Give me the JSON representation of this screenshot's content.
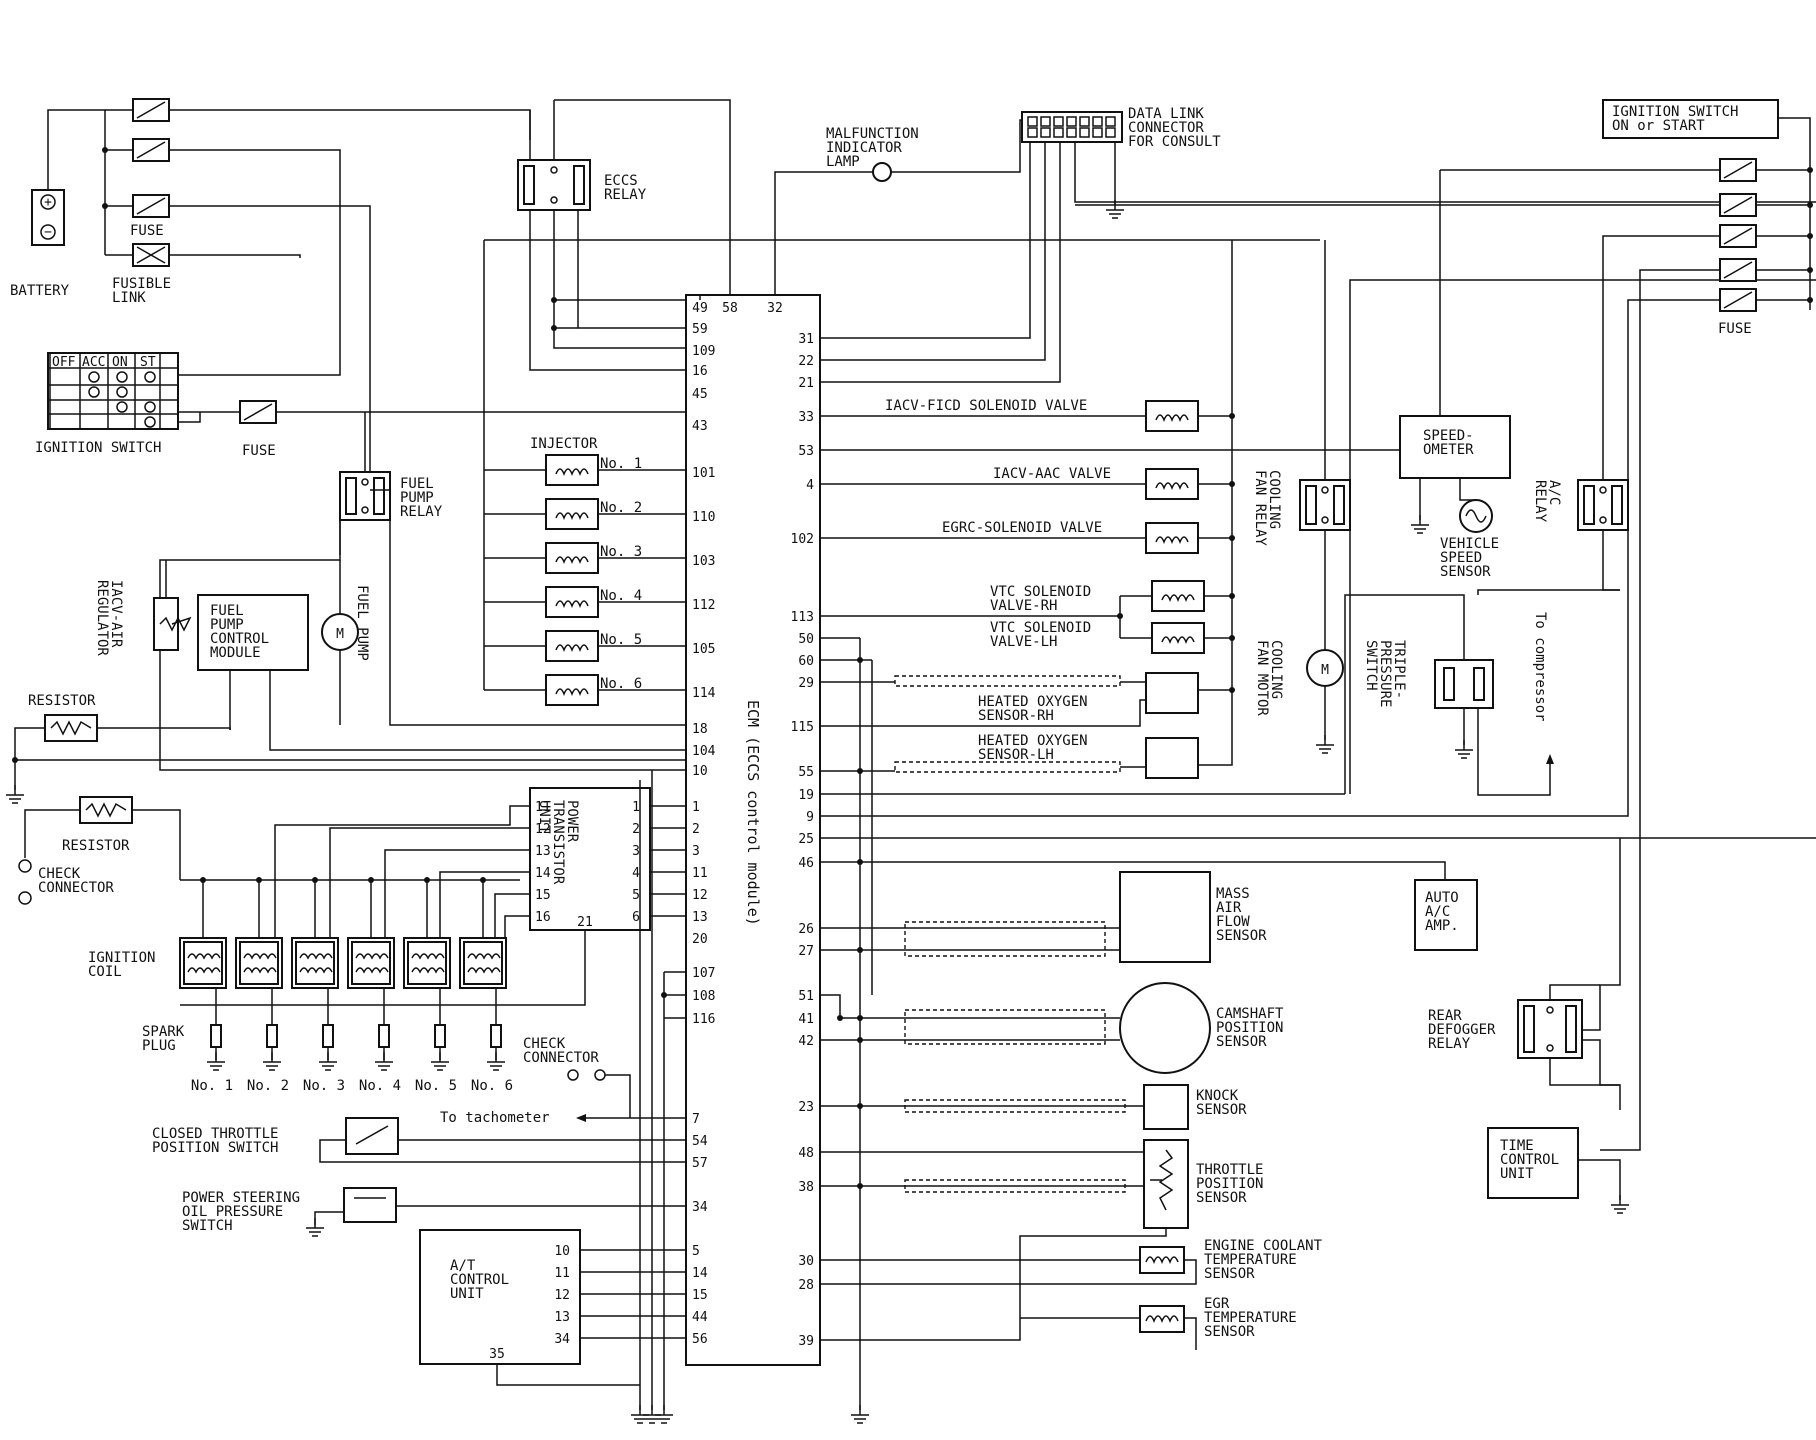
{
  "labels": {
    "battery": "BATTERY",
    "fuse": "FUSE",
    "fusible_link": "FUSIBLE\nLINK",
    "ignition_switch": "IGNITION SWITCH",
    "ign_off": "OFF",
    "ign_acc": "ACC",
    "ign_on": "ON",
    "ign_st": "ST",
    "fuse_ign": "FUSE",
    "eccs_relay": "ECCS\nRELAY",
    "fuel_pump_relay": "FUEL\nPUMP\nRELAY",
    "iacv_air_regulator": "IACV-AIR\nREGULATOR",
    "fuel_pump_control_module": "FUEL\nPUMP\nCONTROL\nMODULE",
    "fuel_pump": "FUEL PUMP",
    "resistor_1": "RESISTOR",
    "resistor_2": "RESISTOR",
    "check_connector_left": "CHECK\nCONNECTOR",
    "injector": "INJECTOR",
    "power_transistor_unit": "POWER\nTRANSISTOR\nUNIT",
    "ignition_coil": "IGNITION\nCOIL",
    "spark_plug": "SPARK\nPLUG",
    "check_connector_mid": "CHECK\nCONNECTOR",
    "to_tachometer": "To tachometer",
    "closed_throttle": "CLOSED THROTTLE\nPOSITION SWITCH",
    "power_steering": "POWER STEERING\nOIL PRESSURE\nSWITCH",
    "at_control_unit": "A/T\nCONTROL\nUNIT",
    "ecm": "ECM (ECCS control module)",
    "mil": "MALFUNCTION\nINDICATOR\nLAMP",
    "data_link": "DATA LINK\nCONNECTOR\nFOR CONSULT",
    "iacv_ficd": "IACV-FICD SOLENOID VALVE",
    "iacv_aac": "IACV-AAC VALVE",
    "egrc": "EGRC-SOLENOID VALVE",
    "vtc_rh": "VTC SOLENOID\nVALVE-RH",
    "vtc_lh": "VTC SOLENOID\nVALVE-LH",
    "ho2s_rh": "HEATED OXYGEN\nSENSOR-RH",
    "ho2s_lh": "HEATED OXYGEN\nSENSOR-LH",
    "maf": "MASS\nAIR\nFLOW\nSENSOR",
    "cmp": "CAMSHAFT\nPOSITION\nSENSOR",
    "knock": "KNOCK\nSENSOR",
    "tps": "THROTTLE\nPOSITION\nSENSOR",
    "ect": "ENGINE COOLANT\nTEMPERATURE\nSENSOR",
    "egr_temp": "EGR\nTEMPERATURE\nSENSOR",
    "cooling_fan_relay": "COOLING\nFAN RELAY",
    "cooling_fan_motor": "COOLING\nFAN MOTOR",
    "speedometer": "SPEED-\nOMETER",
    "vss": "VEHICLE\nSPEED\nSENSOR",
    "triple_pressure": "TRIPLE-\nPRESSURE\nSWITCH",
    "to_compressor": "To compressor",
    "ac_relay": "A/C\nRELAY",
    "ign_switch_on_start": "IGNITION SWITCH\nON or START",
    "fuse_right": "FUSE",
    "auto_ac_amp": "AUTO\nA/C\nAMP.",
    "rear_defogger": "REAR\nDEFOGGER\nRELAY",
    "time_control": "TIME\nCONTROL\nUNIT"
  },
  "ecm_left_pins": [
    "59",
    "109",
    "16",
    "45",
    "43",
    "101",
    "110",
    "103",
    "112",
    "105",
    "114",
    "18",
    "104",
    "10",
    "1",
    "2",
    "3",
    "11",
    "12",
    "13",
    "20",
    "107",
    "108",
    "116",
    "7",
    "54",
    "57",
    "34",
    "5",
    "14",
    "15",
    "44",
    "56"
  ],
  "ecm_top_pins": [
    "49",
    "58",
    "32"
  ],
  "ecm_right_pins": [
    "31",
    "22",
    "21",
    "33",
    "53",
    "4",
    "102",
    "113",
    "50",
    "60",
    "29",
    "115",
    "55",
    "19",
    "9",
    "25",
    "46",
    "26",
    "27",
    "51",
    "41",
    "42",
    "23",
    "48",
    "38",
    "30",
    "28",
    "39"
  ],
  "injector_numbers": [
    "No. 1",
    "No. 2",
    "No. 3",
    "No. 4",
    "No. 5",
    "No. 6"
  ],
  "ptu_left_pins": [
    "11",
    "12",
    "13",
    "14",
    "15",
    "16"
  ],
  "ptu_right_pins": [
    "1",
    "2",
    "3",
    "4",
    "5",
    "6"
  ],
  "ptu_bottom_pin": "21",
  "plug_numbers": [
    "No. 1",
    "No. 2",
    "No. 3",
    "No. 4",
    "No. 5",
    "No. 6"
  ],
  "at_pins": [
    "10",
    "11",
    "12",
    "13",
    "34"
  ],
  "at_bottom_pin": "35"
}
